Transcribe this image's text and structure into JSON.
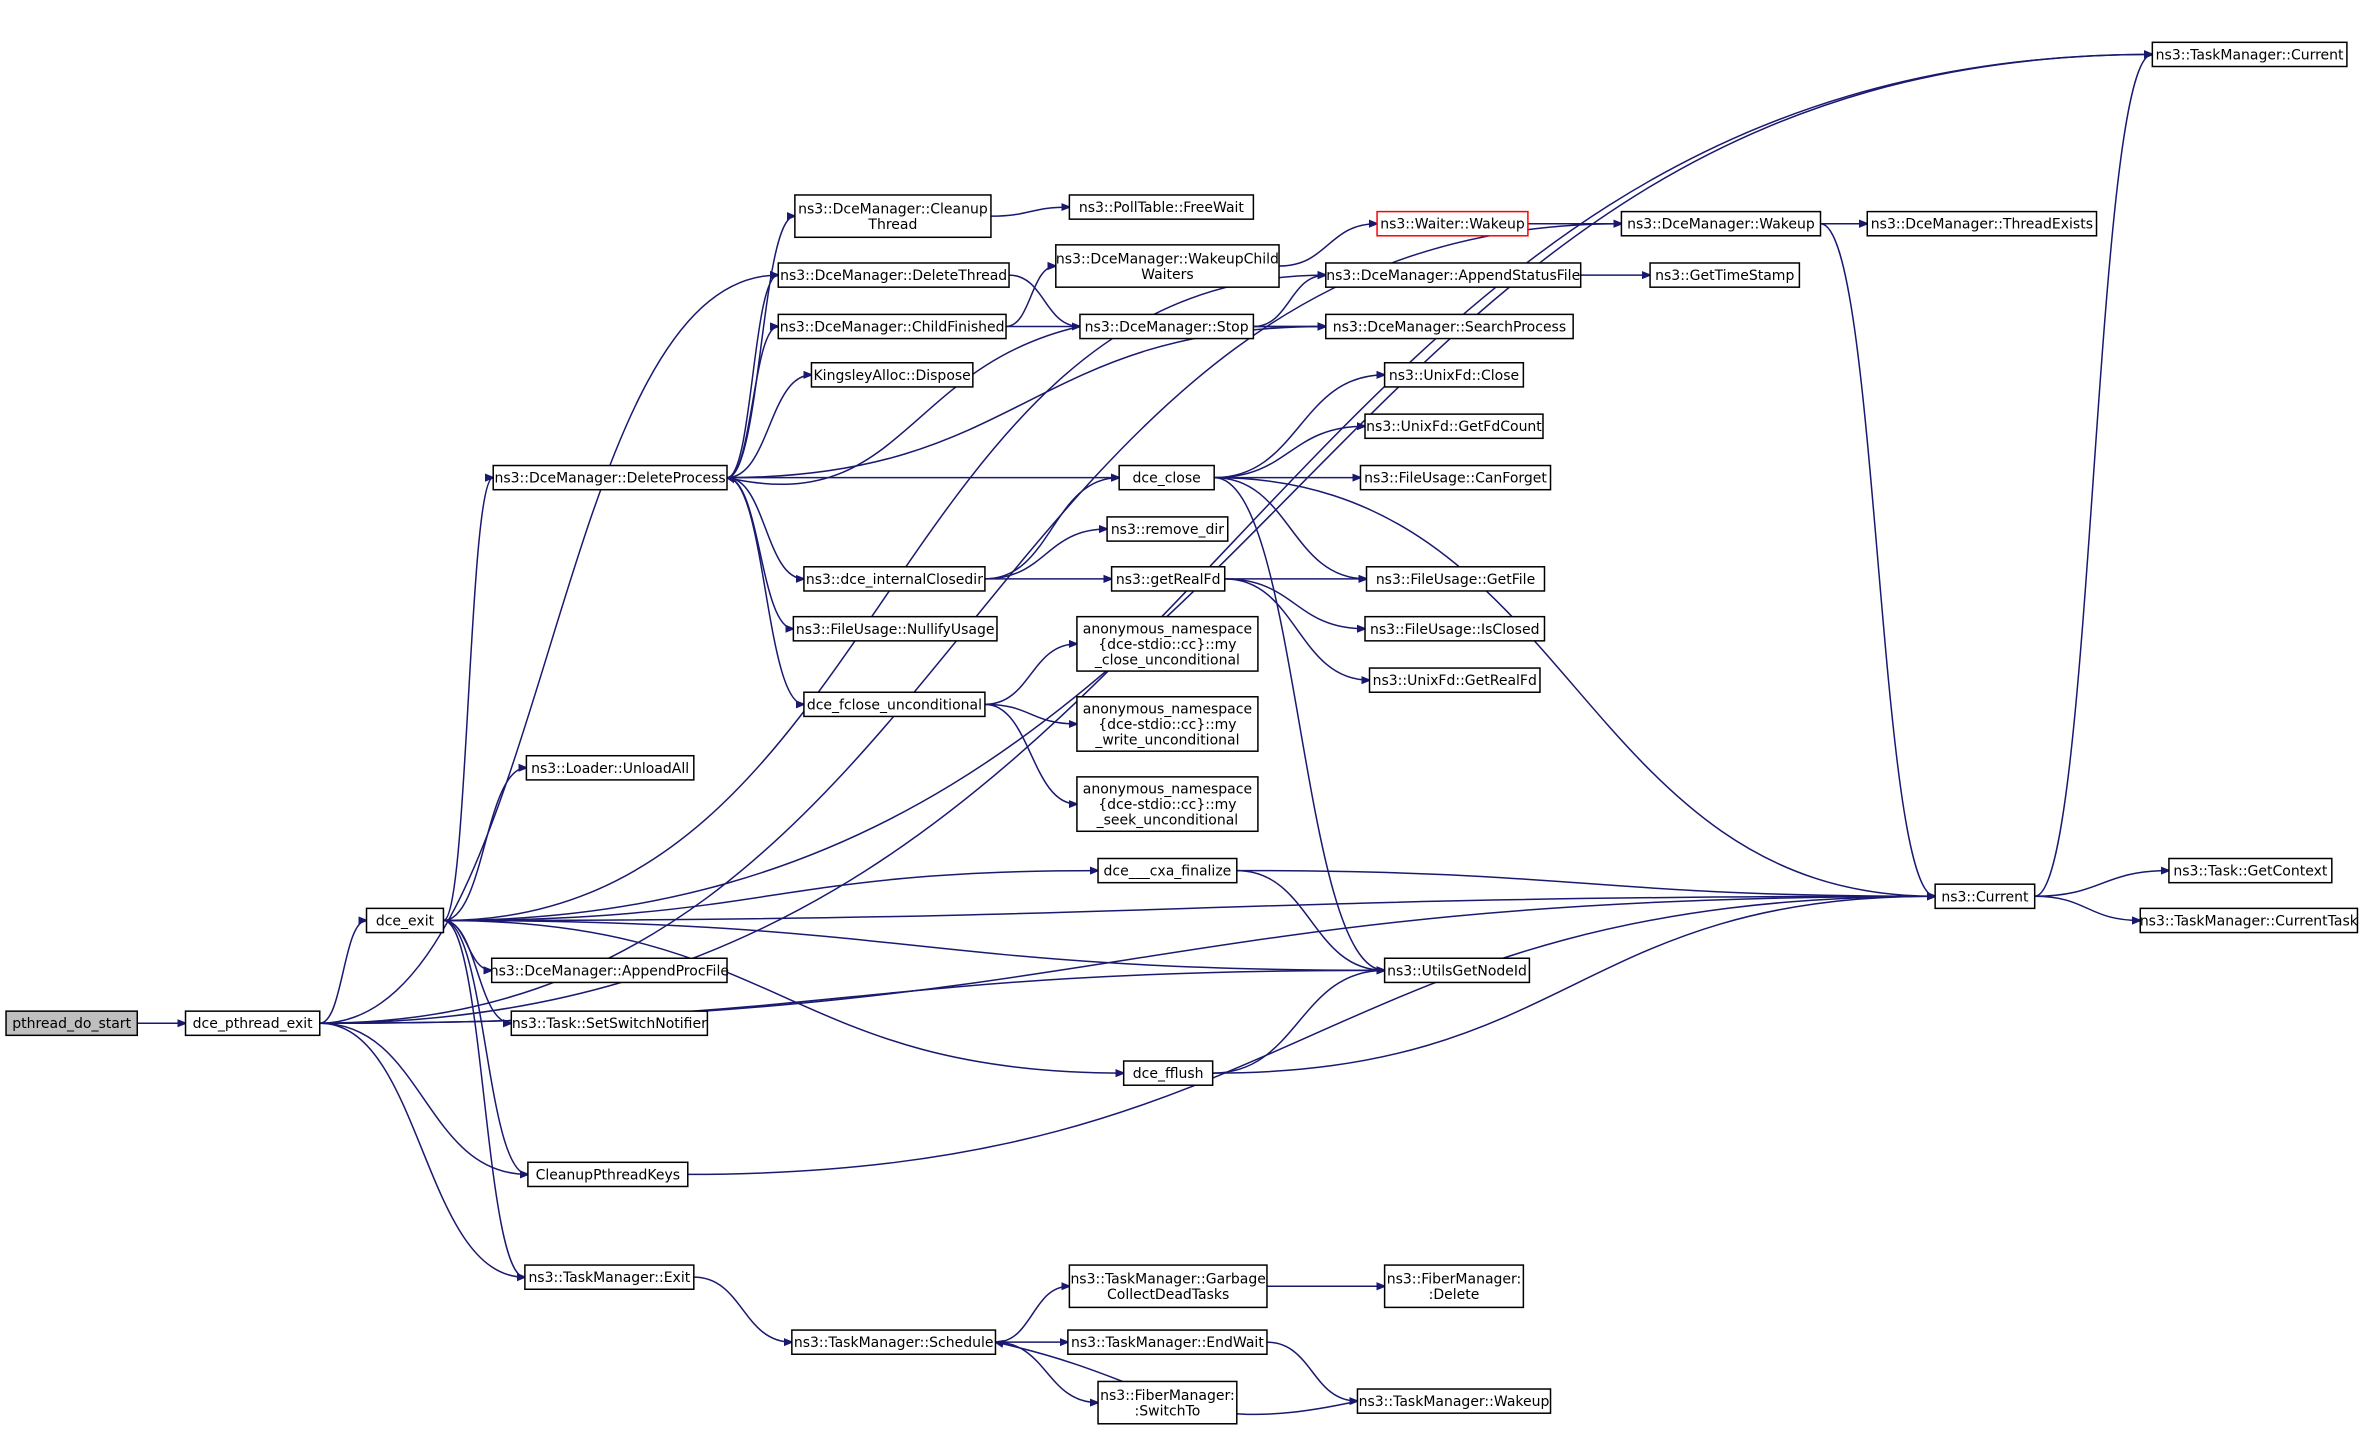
{
  "colors": {
    "edge": "#191970",
    "node_border": "#000000",
    "root_fill": "#bfbfbf",
    "highlight_border": "#ff0000"
  },
  "nodes": [
    {
      "id": "pthread_do_start",
      "lines": [
        "pthread_do_start"
      ]
    },
    {
      "id": "dce_pthread_exit",
      "lines": [
        "dce_pthread_exit"
      ]
    },
    {
      "id": "dce_exit",
      "lines": [
        "dce_exit"
      ]
    },
    {
      "id": "tm_current_top",
      "lines": [
        "ns3::TaskManager::Current"
      ]
    },
    {
      "id": "dm_wakeup",
      "lines": [
        "ns3::DceManager::Wakeup"
      ]
    },
    {
      "id": "dm_threadexists",
      "lines": [
        "ns3::DceManager::ThreadExists"
      ]
    },
    {
      "id": "waiter_wakeup",
      "lines": [
        "ns3::Waiter::Wakeup"
      ]
    },
    {
      "id": "dm_cleanup",
      "lines": [
        "ns3::DceManager::Cleanup",
        "Thread"
      ]
    },
    {
      "id": "polltable_freewait",
      "lines": [
        "ns3::PollTable::FreeWait"
      ]
    },
    {
      "id": "dm_wakeupchild",
      "lines": [
        "ns3::DceManager::WakeupChild",
        "Waiters"
      ]
    },
    {
      "id": "dm_appendstatus",
      "lines": [
        "ns3::DceManager::AppendStatusFile"
      ]
    },
    {
      "id": "gettimestamp",
      "lines": [
        "ns3::GetTimeStamp"
      ]
    },
    {
      "id": "dm_deletethread",
      "lines": [
        "ns3::DceManager::DeleteThread"
      ]
    },
    {
      "id": "dm_childfinished",
      "lines": [
        "ns3::DceManager::ChildFinished"
      ]
    },
    {
      "id": "dm_stop",
      "lines": [
        "ns3::DceManager::Stop"
      ]
    },
    {
      "id": "dm_searchprocess",
      "lines": [
        "ns3::DceManager::SearchProcess"
      ]
    },
    {
      "id": "kingsley_dispose",
      "lines": [
        "KingsleyAlloc::Dispose"
      ]
    },
    {
      "id": "unixfd_close",
      "lines": [
        "ns3::UnixFd::Close"
      ]
    },
    {
      "id": "unixfd_getfdcount",
      "lines": [
        "ns3::UnixFd::GetFdCount"
      ]
    },
    {
      "id": "dm_deleteprocess",
      "lines": [
        "ns3::DceManager::DeleteProcess"
      ]
    },
    {
      "id": "dce_close",
      "lines": [
        "dce_close"
      ]
    },
    {
      "id": "fileusage_canforget",
      "lines": [
        "ns3::FileUsage::CanForget"
      ]
    },
    {
      "id": "remove_dir",
      "lines": [
        "ns3::remove_dir"
      ]
    },
    {
      "id": "dce_internalclosedir",
      "lines": [
        "ns3::dce_internalClosedir"
      ]
    },
    {
      "id": "getrealfd",
      "lines": [
        "ns3::getRealFd"
      ]
    },
    {
      "id": "fileusage_getfile",
      "lines": [
        "ns3::FileUsage::GetFile"
      ]
    },
    {
      "id": "fileusage_nullify",
      "lines": [
        "ns3::FileUsage::NullifyUsage"
      ]
    },
    {
      "id": "fileusage_isclosed",
      "lines": [
        "ns3::FileUsage::IsClosed"
      ]
    },
    {
      "id": "anon_close",
      "lines": [
        "anonymous_namespace",
        "{dce-stdio::cc}::my",
        "_close_unconditional"
      ]
    },
    {
      "id": "unixfd_getrealfd",
      "lines": [
        "ns3::UnixFd::GetRealFd"
      ]
    },
    {
      "id": "dce_fclose",
      "lines": [
        "dce_fclose_unconditional"
      ]
    },
    {
      "id": "anon_write",
      "lines": [
        "anonymous_namespace",
        "{dce-stdio::cc}::my",
        "_write_unconditional"
      ]
    },
    {
      "id": "loader_unloadall",
      "lines": [
        "ns3::Loader::UnloadAll"
      ]
    },
    {
      "id": "anon_seek",
      "lines": [
        "anonymous_namespace",
        "{dce-stdio::cc}::my",
        "_seek_unconditional"
      ]
    },
    {
      "id": "dce_cxa_finalize",
      "lines": [
        "dce___cxa_finalize"
      ]
    },
    {
      "id": "task_getcontext",
      "lines": [
        "ns3::Task::GetContext"
      ]
    },
    {
      "id": "ns3_current",
      "lines": [
        "ns3::Current"
      ]
    },
    {
      "id": "tm_currenttask",
      "lines": [
        "ns3::TaskManager::CurrentTask"
      ]
    },
    {
      "id": "dm_appendprocfile",
      "lines": [
        "ns3::DceManager::AppendProcFile"
      ]
    },
    {
      "id": "utilsgetnodeid",
      "lines": [
        "ns3::UtilsGetNodeId"
      ]
    },
    {
      "id": "task_setswitch",
      "lines": [
        "ns3::Task::SetSwitchNotifier"
      ]
    },
    {
      "id": "dce_fflush",
      "lines": [
        "dce_fflush"
      ]
    },
    {
      "id": "cleanuppthreadkeys",
      "lines": [
        "CleanupPthreadKeys"
      ]
    },
    {
      "id": "tm_exit",
      "lines": [
        "ns3::TaskManager::Exit"
      ]
    },
    {
      "id": "tm_garbage",
      "lines": [
        "ns3::TaskManager::Garbage",
        "CollectDeadTasks"
      ]
    },
    {
      "id": "fibermgr_delete",
      "lines": [
        "ns3::FiberManager:",
        ":Delete"
      ]
    },
    {
      "id": "tm_schedule",
      "lines": [
        "ns3::TaskManager::Schedule"
      ]
    },
    {
      "id": "tm_endwait",
      "lines": [
        "ns3::TaskManager::EndWait"
      ]
    },
    {
      "id": "fibermgr_switchto",
      "lines": [
        "ns3::FiberManager:",
        ":SwitchTo"
      ]
    },
    {
      "id": "tm_wakeup",
      "lines": [
        "ns3::TaskManager::Wakeup"
      ]
    }
  ],
  "edges": [
    [
      "pthread_do_start",
      "dce_pthread_exit"
    ],
    [
      "dce_pthread_exit",
      "tm_current_top"
    ],
    [
      "dce_pthread_exit",
      "dm_wakeup"
    ],
    [
      "dce_pthread_exit",
      "dm_deletethread"
    ],
    [
      "dce_pthread_exit",
      "dce_exit"
    ],
    [
      "dce_pthread_exit",
      "utilsgetnodeid"
    ],
    [
      "dce_pthread_exit",
      "cleanuppthreadkeys"
    ],
    [
      "dce_pthread_exit",
      "ns3_current"
    ],
    [
      "dce_pthread_exit",
      "tm_exit"
    ],
    [
      "dce_exit",
      "tm_current_top"
    ],
    [
      "dce_exit",
      "dm_appendstatus"
    ],
    [
      "dce_exit",
      "dm_deleteprocess"
    ],
    [
      "dce_exit",
      "loader_unloadall"
    ],
    [
      "dce_exit",
      "dce_cxa_finalize"
    ],
    [
      "dce_exit",
      "ns3_current"
    ],
    [
      "dce_exit",
      "dm_appendprocfile"
    ],
    [
      "dce_exit",
      "utilsgetnodeid"
    ],
    [
      "dce_exit",
      "task_setswitch"
    ],
    [
      "dce_exit",
      "dce_fflush"
    ],
    [
      "dce_exit",
      "cleanuppthreadkeys"
    ],
    [
      "dce_exit",
      "tm_exit"
    ],
    [
      "dm_wakeup",
      "dm_threadexists"
    ],
    [
      "dm_wakeup",
      "ns3_current"
    ],
    [
      "waiter_wakeup",
      "dm_wakeup"
    ],
    [
      "dm_cleanup",
      "polltable_freewait"
    ],
    [
      "dm_wakeupchild",
      "waiter_wakeup"
    ],
    [
      "dm_appendstatus",
      "gettimestamp"
    ],
    [
      "dm_deletethread",
      "dm_stop"
    ],
    [
      "dm_childfinished",
      "dm_wakeupchild"
    ],
    [
      "dm_childfinished",
      "dm_searchprocess"
    ],
    [
      "dm_stop",
      "dm_appendstatus"
    ],
    [
      "dm_stop",
      "dm_searchprocess"
    ],
    [
      "dm_stop",
      "dm_deleteprocess"
    ],
    [
      "dm_deleteprocess",
      "dm_cleanup"
    ],
    [
      "dm_deleteprocess",
      "dm_deletethread"
    ],
    [
      "dm_deleteprocess",
      "dm_childfinished"
    ],
    [
      "dm_deleteprocess",
      "kingsley_dispose"
    ],
    [
      "dm_deleteprocess",
      "dm_searchprocess"
    ],
    [
      "dm_deleteprocess",
      "dce_close"
    ],
    [
      "dm_deleteprocess",
      "dce_internalclosedir"
    ],
    [
      "dm_deleteprocess",
      "fileusage_nullify"
    ],
    [
      "dm_deleteprocess",
      "dce_fclose"
    ],
    [
      "dce_close",
      "unixfd_close"
    ],
    [
      "dce_close",
      "unixfd_getfdcount"
    ],
    [
      "dce_close",
      "fileusage_canforget"
    ],
    [
      "dce_close",
      "fileusage_getfile"
    ],
    [
      "dce_close",
      "ns3_current"
    ],
    [
      "dce_close",
      "utilsgetnodeid"
    ],
    [
      "dce_internalclosedir",
      "dce_close"
    ],
    [
      "dce_internalclosedir",
      "remove_dir"
    ],
    [
      "dce_internalclosedir",
      "getrealfd"
    ],
    [
      "getrealfd",
      "fileusage_getfile"
    ],
    [
      "getrealfd",
      "fileusage_isclosed"
    ],
    [
      "getrealfd",
      "unixfd_getrealfd"
    ],
    [
      "dce_fclose",
      "anon_close"
    ],
    [
      "dce_fclose",
      "anon_write"
    ],
    [
      "dce_fclose",
      "anon_seek"
    ],
    [
      "dce_cxa_finalize",
      "ns3_current"
    ],
    [
      "dce_cxa_finalize",
      "utilsgetnodeid"
    ],
    [
      "ns3_current",
      "tm_current_top"
    ],
    [
      "ns3_current",
      "task_getcontext"
    ],
    [
      "ns3_current",
      "tm_currenttask"
    ],
    [
      "dce_fflush",
      "utilsgetnodeid"
    ],
    [
      "dce_fflush",
      "ns3_current"
    ],
    [
      "cleanuppthreadkeys",
      "ns3_current"
    ],
    [
      "tm_exit",
      "tm_schedule"
    ],
    [
      "tm_garbage",
      "fibermgr_delete"
    ],
    [
      "tm_schedule",
      "tm_garbage"
    ],
    [
      "tm_schedule",
      "tm_endwait"
    ],
    [
      "tm_schedule",
      "fibermgr_switchto"
    ],
    [
      "tm_endwait",
      "tm_wakeup"
    ],
    [
      "tm_wakeup",
      "tm_schedule"
    ]
  ]
}
